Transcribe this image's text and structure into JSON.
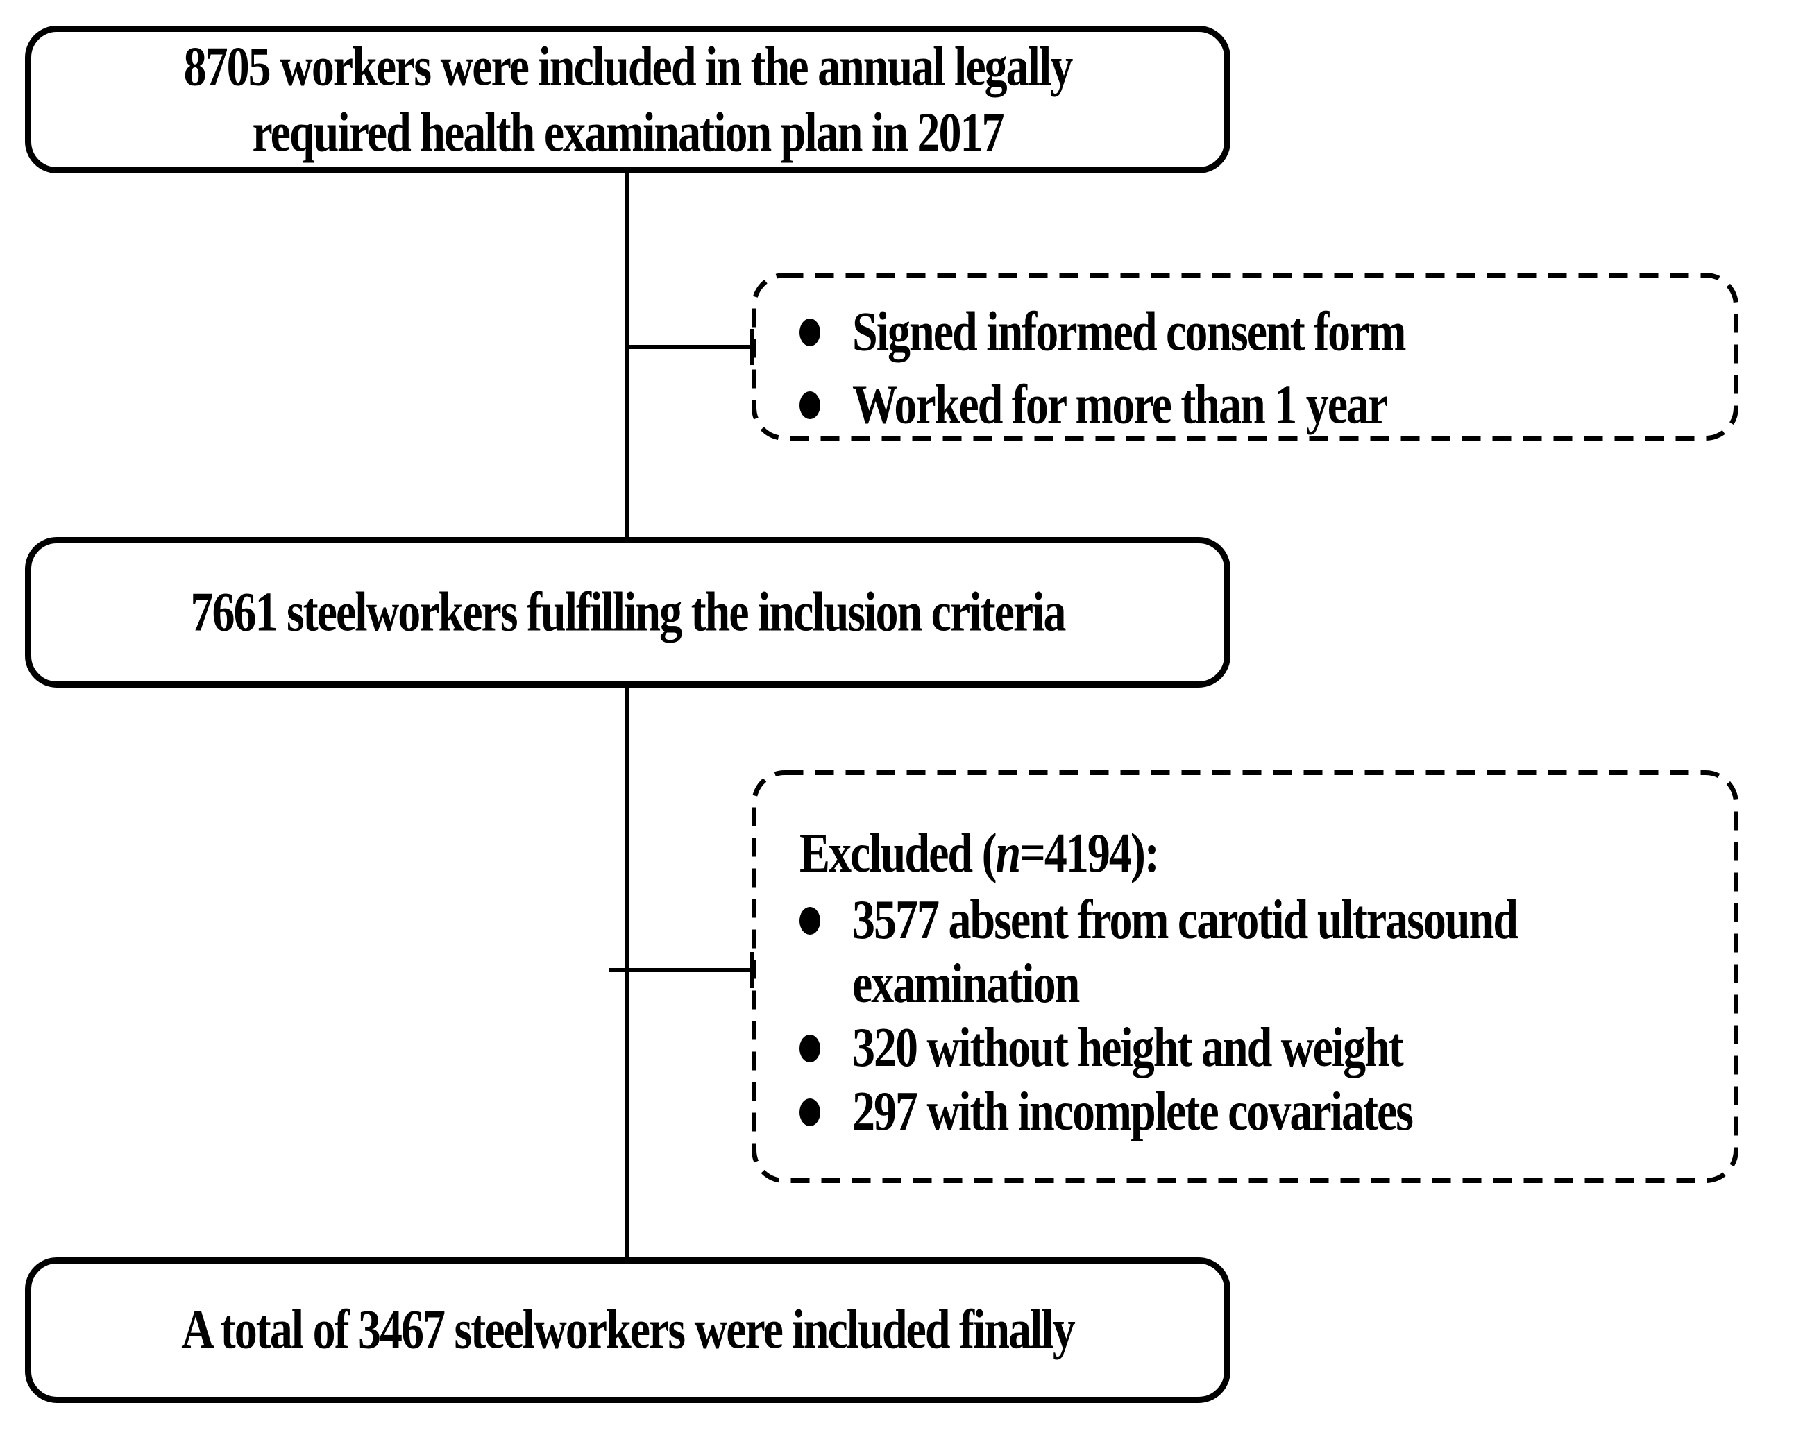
{
  "colors": {
    "ink": "#000000",
    "paper": "#ffffff"
  },
  "flowchart": {
    "top_box": {
      "line1": "8705 workers were included in the annual legally",
      "line2": "required health examination plan in 2017"
    },
    "inclusion_criteria_box": {
      "item1": "Signed informed consent form",
      "item2": "Worked for more than 1 year"
    },
    "middle_box": {
      "text": "7661 steelworkers fulfilling the inclusion criteria"
    },
    "excluded_box": {
      "title_pre": "Excluded (",
      "title_var": "n",
      "title_post": "=4194):",
      "item1_line1": "3577 absent from carotid ultrasound",
      "item1_line2": "examination",
      "item2": "320 without height and weight",
      "item3": "297 with incomplete covariates"
    },
    "final_box": {
      "text": "A total of 3467 steelworkers were included finally"
    }
  }
}
